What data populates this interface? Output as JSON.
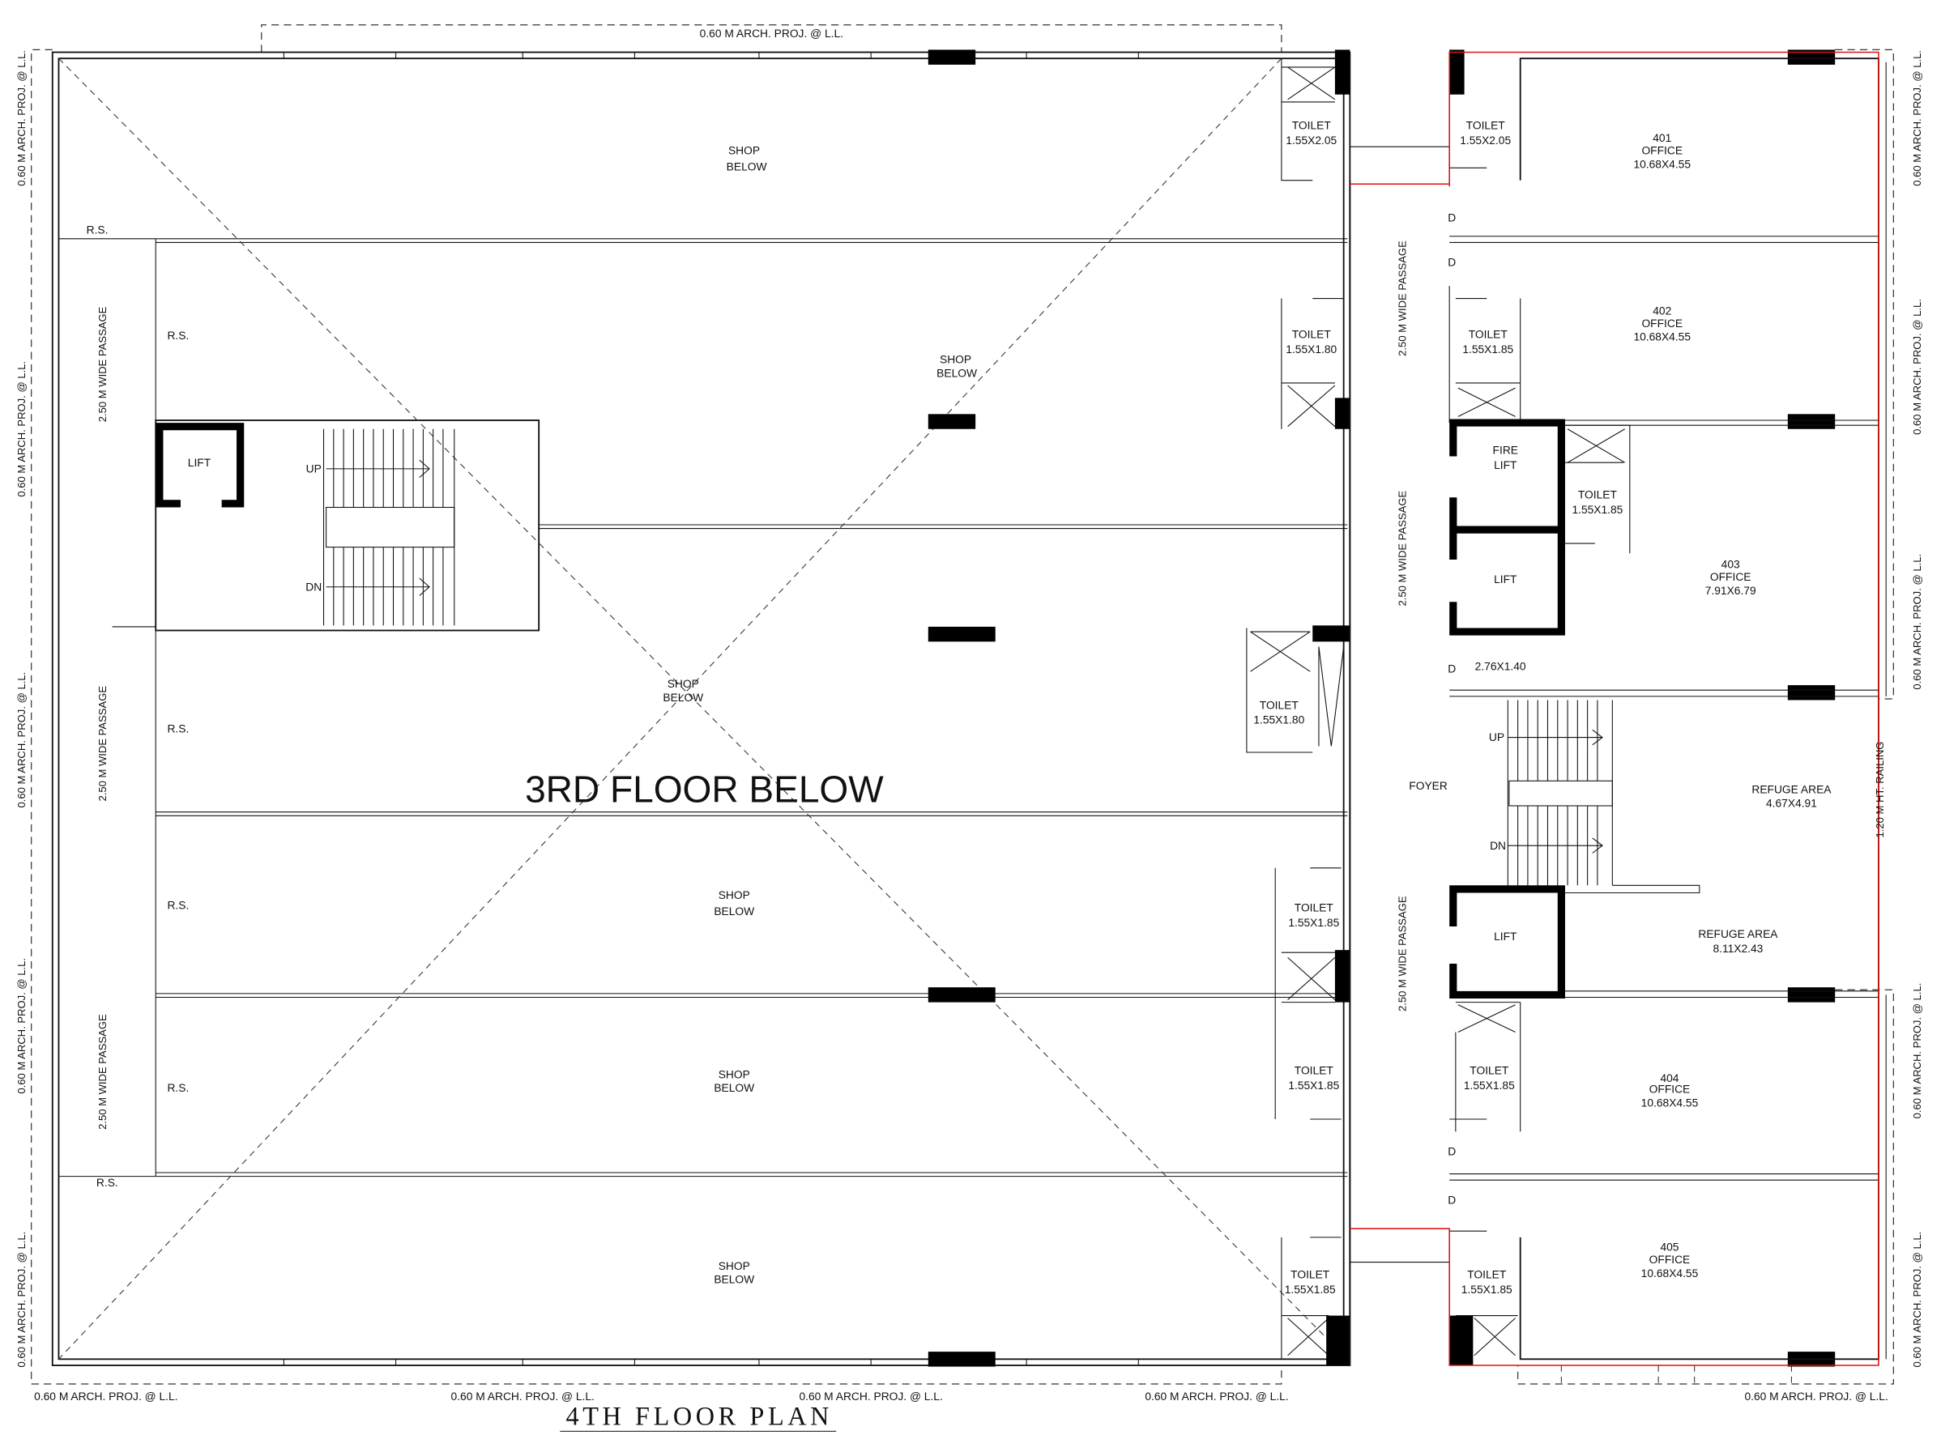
{
  "title": "4TH FLOOR PLAN",
  "overlay_label": "3RD FLOOR BELOW",
  "projection_label": "0.60 M ARCH. PROJ. @ L.L.",
  "passage_label": "2.50 M WIDE PASSAGE",
  "rs_label": "R.S.",
  "door_label": "D",
  "shops": [
    {
      "line1": "SHOP",
      "line2": "BELOW"
    },
    {
      "line1": "SHOP",
      "line2": "BELOW"
    },
    {
      "line1": "SHOP",
      "line2": "BELOW"
    },
    {
      "line1": "SHOP",
      "line2": "BELOW"
    },
    {
      "line1": "SHOP",
      "line2": "BELOW"
    },
    {
      "line1": "SHOP",
      "line2": "BELOW"
    }
  ],
  "toilets": [
    {
      "name": "TOILET",
      "size": "1.55X2.05"
    },
    {
      "name": "TOILET",
      "size": "1.55X1.80"
    },
    {
      "name": "TOILET",
      "size": "1.55X1.80"
    },
    {
      "name": "TOILET",
      "size": "1.55X1.85"
    },
    {
      "name": "TOILET",
      "size": "1.55X1.85"
    },
    {
      "name": "TOILET",
      "size": "1.55X1.85"
    },
    {
      "name": "TOILET",
      "size": "1.55X2.05"
    },
    {
      "name": "TOILET",
      "size": "1.55X1.85"
    },
    {
      "name": "TOILET",
      "size": "1.55X1.85"
    },
    {
      "name": "TOILET",
      "size": "1.55X1.85"
    },
    {
      "name": "TOILET",
      "size": "1.55X1.85"
    }
  ],
  "offices": [
    {
      "number": "401",
      "type": "OFFICE",
      "size": "10.68X4.55"
    },
    {
      "number": "402",
      "type": "OFFICE",
      "size": "10.68X4.55"
    },
    {
      "number": "403",
      "type": "OFFICE",
      "size": "7.91X6.79"
    },
    {
      "number": "404",
      "type": "OFFICE",
      "size": "10.68X4.55"
    },
    {
      "number": "405",
      "type": "OFFICE",
      "size": "10.68X4.55"
    }
  ],
  "lifts": {
    "lift": "LIFT",
    "fire_line1": "FIRE",
    "fire_line2": "LIFT"
  },
  "stairs": {
    "up": "UP",
    "dn": "DN"
  },
  "foyer": "FOYER",
  "lobby_size": "2.76X1.40",
  "refuge": [
    {
      "name": "REFUGE AREA",
      "size": "4.67X4.91"
    },
    {
      "name": "REFUGE AREA",
      "size": "8.11X2.43"
    }
  ],
  "railing": "1.20 M HT. RAILING"
}
